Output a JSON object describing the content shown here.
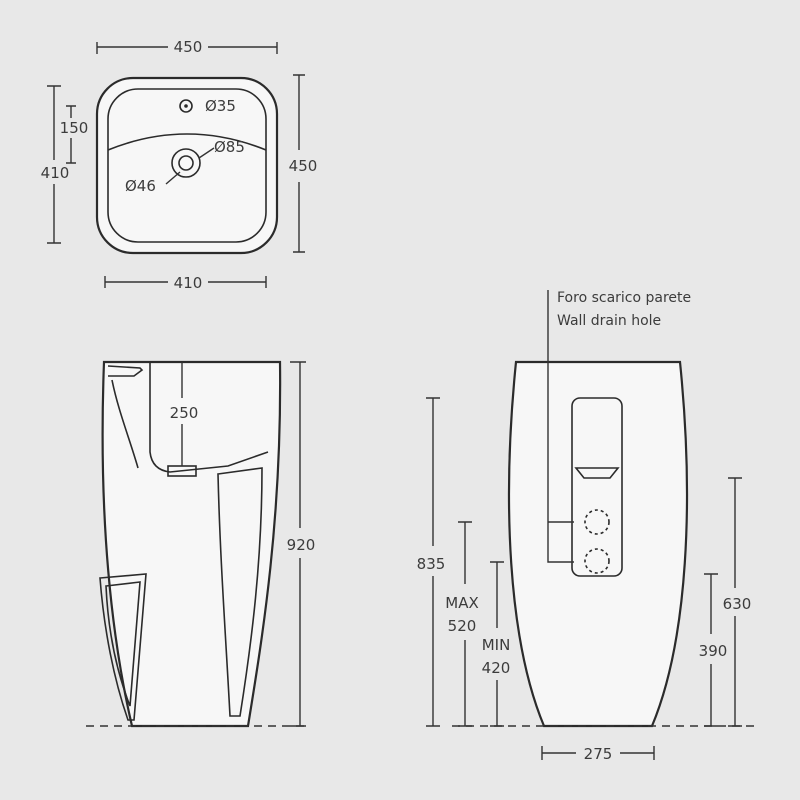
{
  "top_view": {
    "width_top": "450",
    "depth_right": "450",
    "width_bottom": "410",
    "depth_left": "410",
    "tap_offset": "150",
    "tap_hole": "Ø35",
    "drain_outer": "Ø85",
    "drain_inner": "Ø46"
  },
  "side_view": {
    "bowl_depth": "250",
    "total_height": "920"
  },
  "front_view": {
    "note_it": "Foro scarico parete",
    "note_en": "Wall drain hole",
    "height_835": "835",
    "max_label": "MAX",
    "max_value": "520",
    "min_label": "MIN",
    "min_value": "420",
    "height_630": "630",
    "height_390": "390",
    "base_width": "275"
  },
  "colors": {
    "background": "#e8e8e8",
    "line": "#333333",
    "fill": "#f7f7f7"
  }
}
